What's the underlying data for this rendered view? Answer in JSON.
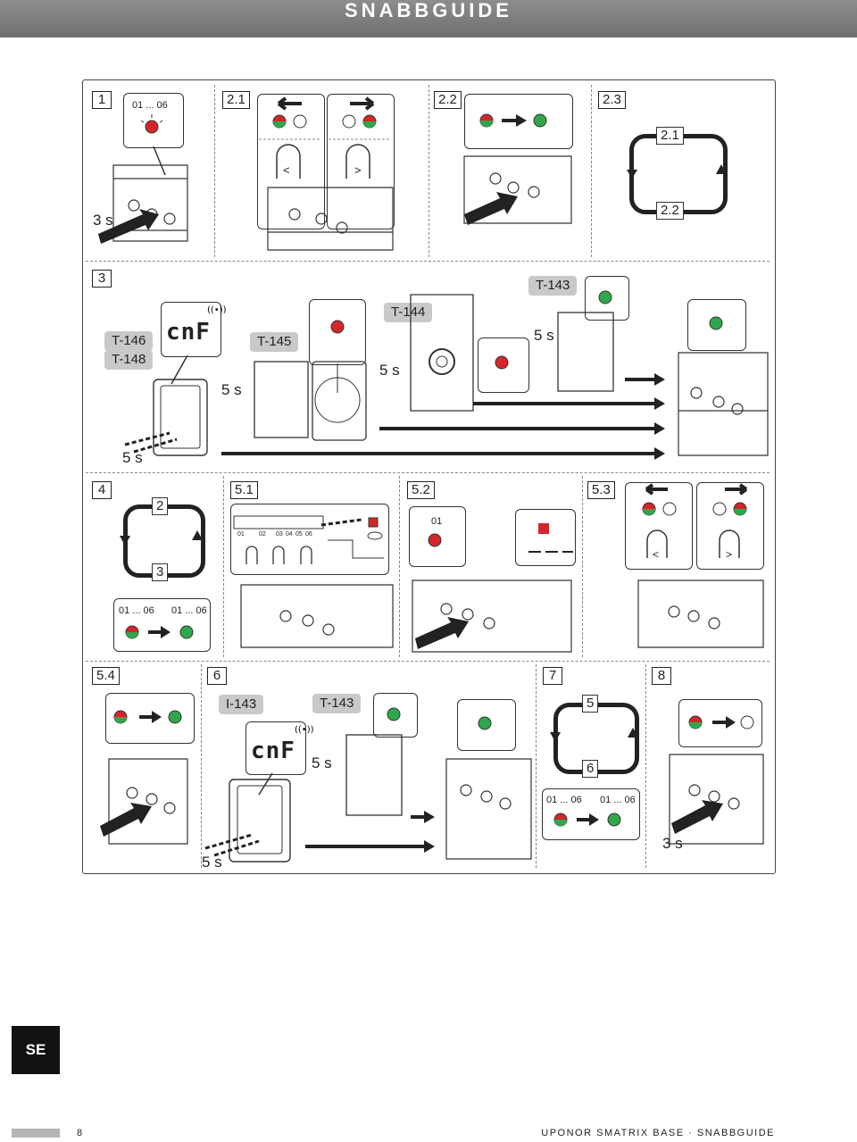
{
  "header": {
    "title": "SNABBGUIDE"
  },
  "steps": {
    "s1": "1",
    "s2_1": "2.1",
    "s2_2": "2.2",
    "s2_3": "2.3",
    "s3": "3",
    "s4": "4",
    "s5_1": "5.1",
    "s5_2": "5.2",
    "s5_3": "5.3",
    "s5_4": "5.4",
    "s6": "6",
    "s7": "7",
    "s8": "8"
  },
  "texts": {
    "range": "01 ... 06",
    "three_s": "3 s",
    "five_s": "5 s",
    "less": "<",
    "greater": ">",
    "cnf": "cnF",
    "t143": "T-143",
    "t144": "T-144",
    "t145": "T-145",
    "t146": "T-146",
    "t148": "T-148",
    "i143": "I-143",
    "one": "01",
    "channels": [
      "01",
      "02",
      "03",
      "04",
      "05",
      "06"
    ],
    "cycle_2_1": "2.1",
    "cycle_2_2": "2.2",
    "cycle_2": "2",
    "cycle_3": "3",
    "cycle_5": "5",
    "cycle_6": "6"
  },
  "colors": {
    "red": "#d4262a",
    "green": "#2ea84a",
    "grey": "#7a7a7a"
  },
  "side_tab": "SE",
  "footer": {
    "page": "8",
    "title": "UPONOR SMATRIX BASE · SNABBGUIDE"
  }
}
